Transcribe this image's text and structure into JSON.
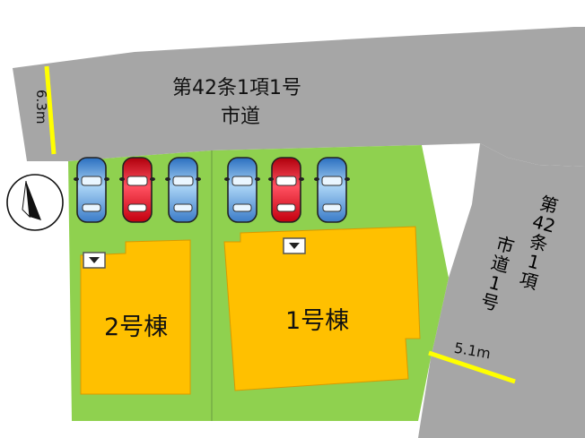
{
  "main_road": {
    "line1": "第42条1項1号",
    "line2": "市道",
    "width": "6.3m"
  },
  "side_road": {
    "line1": [
      "第",
      "42",
      "条",
      "1",
      "項"
    ],
    "line2": [
      "市",
      "道",
      "1",
      "号"
    ],
    "width": "5.1m"
  },
  "buildings": [
    {
      "label": "2号棟"
    },
    {
      "label": "1号棟"
    }
  ],
  "parking": {
    "lot_2": [
      "blue",
      "red",
      "blue"
    ],
    "lot_1": [
      "blue",
      "red",
      "blue"
    ]
  },
  "colors": {
    "road": "#a6a6a6",
    "lot": "#8fd14f",
    "building": "#ffc000",
    "road_width_marker": "#ffff00",
    "car_blue": "#5b9bd5",
    "car_red": "#e01020"
  },
  "icons": [
    "north-arrow-icon",
    "entrance-marker-icon",
    "car-icon"
  ]
}
